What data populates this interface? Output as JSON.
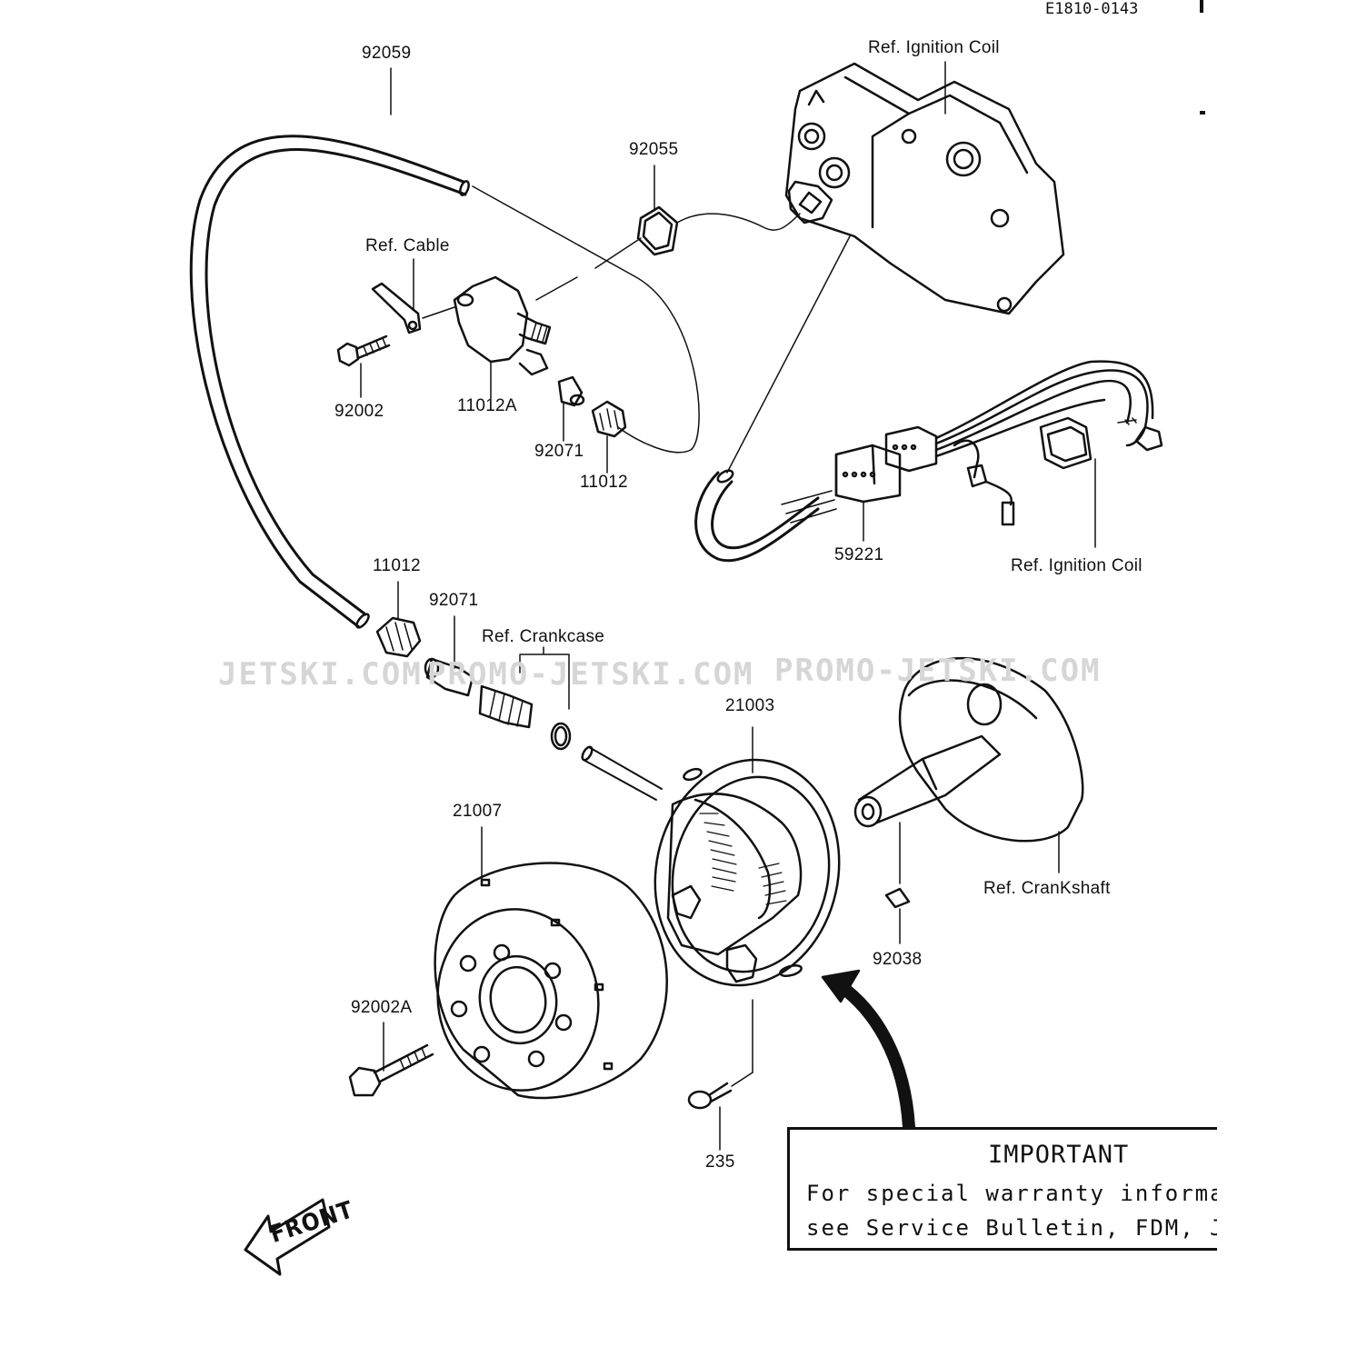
{
  "doc_id": "E1810-0143",
  "watermarks": [
    "JETSKI.COM",
    "PROMO-JETSKI.COM",
    "PROMO-JETSKI.COM"
  ],
  "labels": {
    "p92059": "92059",
    "ref_ignition_coil_top": "Ref. Ignition Coil",
    "p92055": "92055",
    "ref_cable": "Ref. Cable",
    "p92002": "92002",
    "p11012A": "11012A",
    "p92071_top": "92071",
    "p11012_top": "11012",
    "p59221": "59221",
    "ref_ignition_coil_bottom": "Ref. Ignition Coil",
    "p11012_mid": "11012",
    "p92071_mid": "92071",
    "ref_crankcase": "Ref. Crankcase",
    "p21003": "21003",
    "p21007": "21007",
    "ref_crankshaft": "Ref. CranKshaft",
    "p92038": "92038",
    "p92002A": "92002A",
    "p235": "235"
  },
  "important": {
    "title": "IMPORTANT",
    "line1": "For special warranty informat",
    "line2": "see Service Bulletin, FDM, JS"
  },
  "front_label": "FRONT"
}
